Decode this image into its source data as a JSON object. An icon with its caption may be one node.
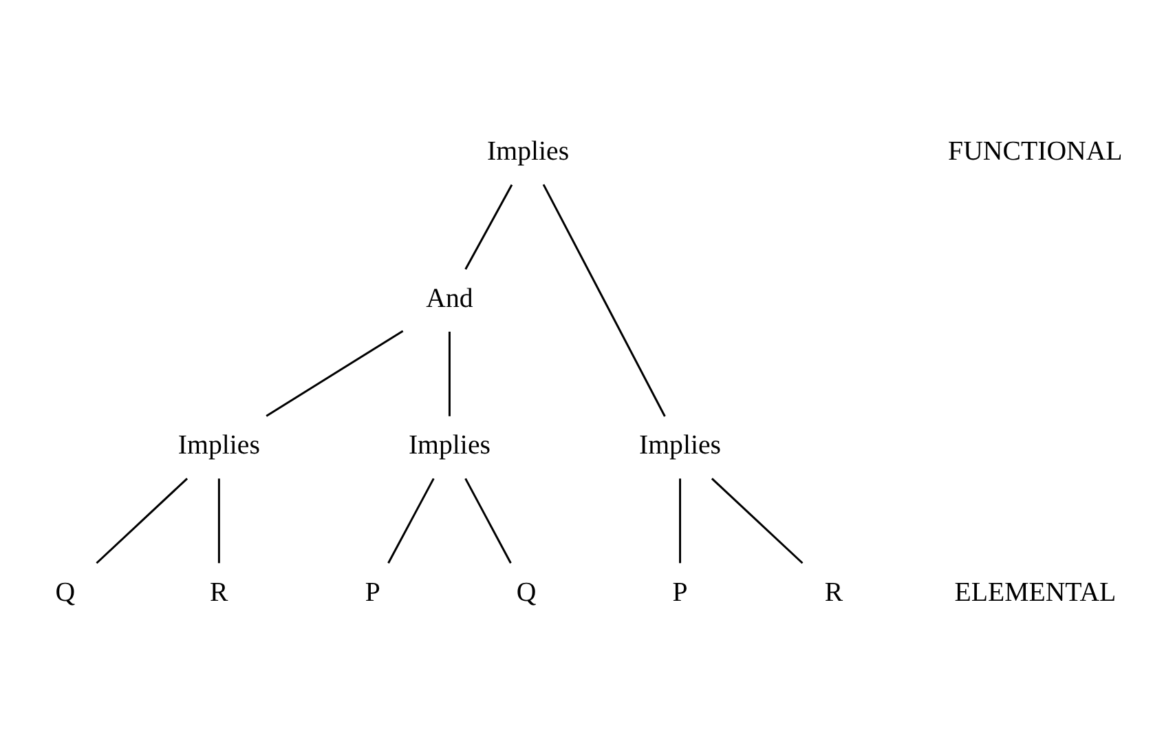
{
  "diagram": {
    "nodes": [
      {
        "text": [
          "Implies"
        ]
      },
      {
        "text": [
          "And"
        ]
      },
      {
        "text": [
          "Implies"
        ]
      },
      {
        "text": [
          "Implies"
        ]
      },
      {
        "text": [
          "Implies"
        ]
      },
      {
        "text": [
          "P"
        ]
      },
      {
        "text": [
          "R"
        ]
      },
      {
        "text": [
          "Q"
        ]
      },
      {
        "text": [
          "R"
        ]
      },
      {
        "text": [
          "P"
        ]
      },
      {
        "text": [
          "Q"
        ]
      }
    ],
    "edges": [
      {
        "from": 0,
        "to": 2,
        "arrow": "none"
      },
      {
        "from": 0,
        "to": 1,
        "arrow": "none"
      },
      {
        "from": 1,
        "to": 3,
        "arrow": "none"
      },
      {
        "from": 1,
        "to": 4,
        "arrow": "none"
      },
      {
        "from": 2,
        "to": 5,
        "arrow": "none"
      },
      {
        "from": 2,
        "to": 6,
        "arrow": "none"
      },
      {
        "from": 3,
        "to": 7,
        "arrow": "none"
      },
      {
        "from": 3,
        "to": 8,
        "arrow": "none"
      },
      {
        "from": 4,
        "to": 9,
        "arrow": "none"
      },
      {
        "from": 4,
        "to": 10,
        "arrow": "none"
      }
    ],
    "labels": [
      "FUNCTIONAL",
      "ELEMENTAL"
    ]
  }
}
